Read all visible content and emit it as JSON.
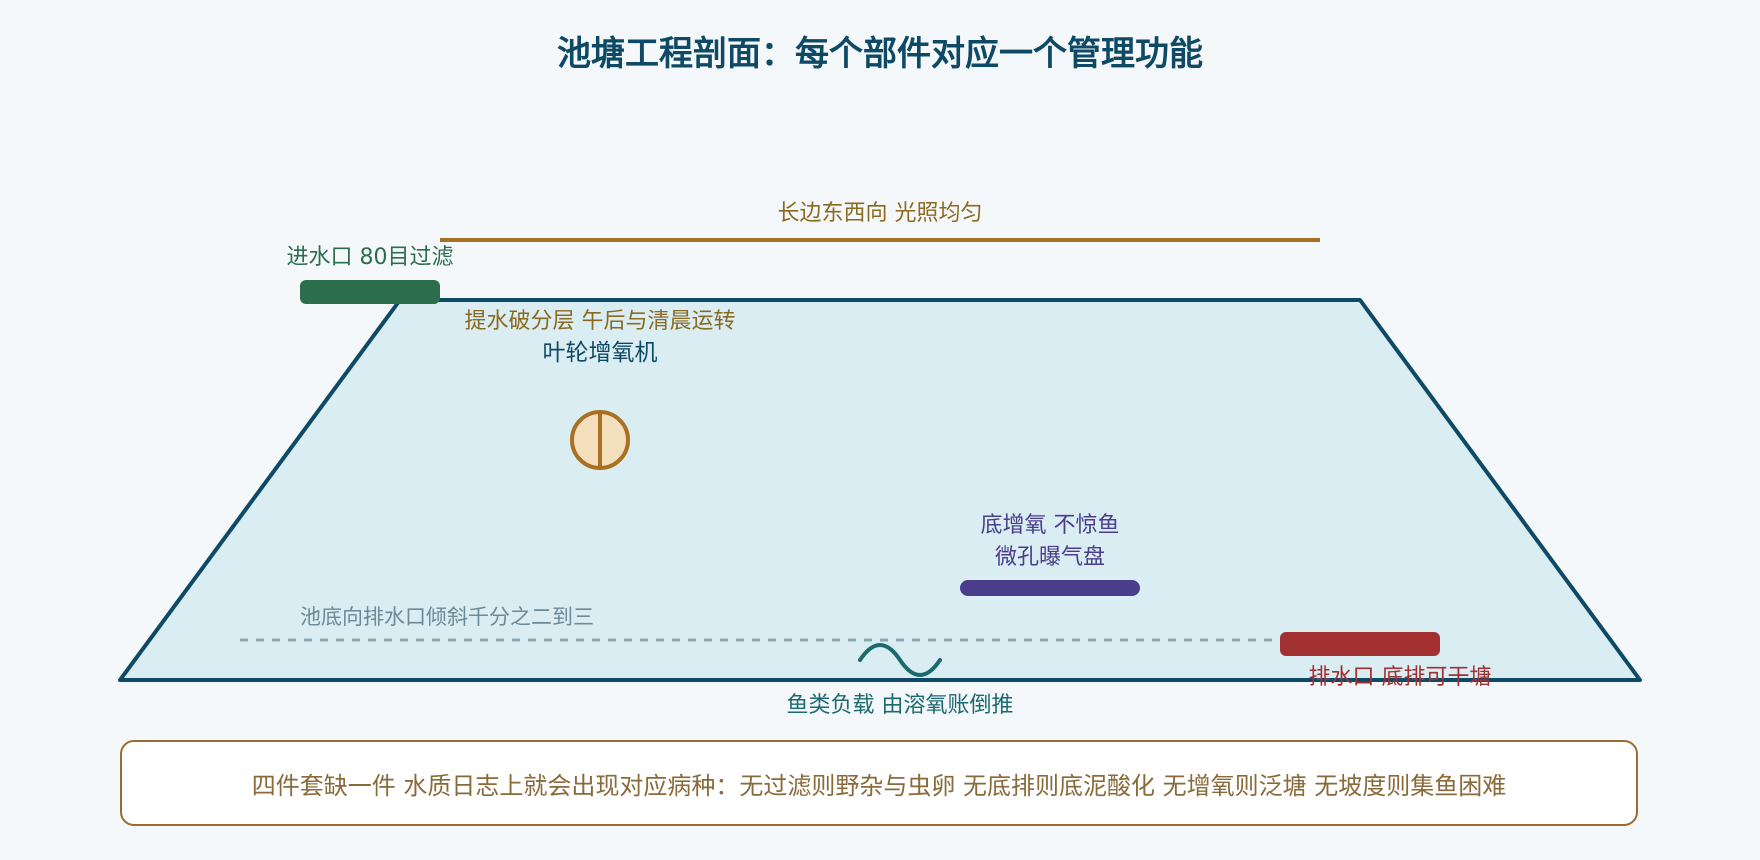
{
  "title": "池塘工程剖面：每个部件对应一个管理功能",
  "labels": {
    "orientation": "长边东西向 光照均匀",
    "inlet": "进水口 80目过滤",
    "aerator_function": "提水破分层 午后与清晨运转",
    "aerator_name": "叶轮增氧机",
    "bottom_aeration_function": "底增氧 不惊鱼",
    "bottom_aeration_name": "微孔曝气盘",
    "slope": "池底向排水口倾斜千分之二到三",
    "fish_load": "鱼类负载 由溶氧账倒推",
    "outlet": "排水口 底排可干塘"
  },
  "note": "四件套缺一件 水质日志上就会出现对应病种：无过滤则野杂与虫卵 无底排则底泥酸化 无增氧则泛塘 无坡度则集鱼困难",
  "colors": {
    "pond_fill": "#d9edf3",
    "pond_stroke": "#0e4a66",
    "orientation": "#a87020",
    "inlet": "#2c6e4c",
    "aerator": "#a87020",
    "bottom_aeration": "#4a3e8c",
    "outlet": "#a33030",
    "slope": "#8aa4b0",
    "fish": "#1b6a70"
  }
}
